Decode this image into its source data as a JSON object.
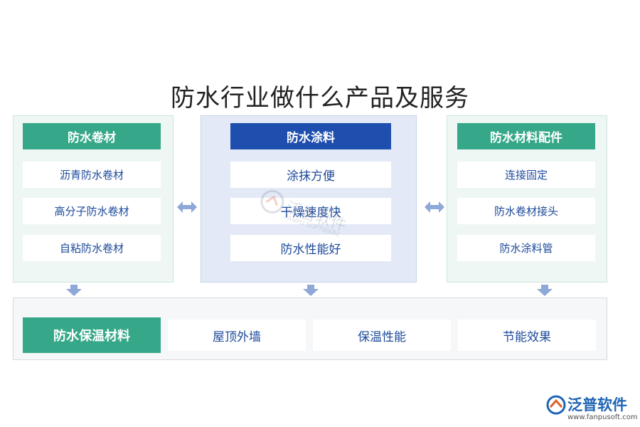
{
  "title": "防水行业做什么产品及服务",
  "left": {
    "header": "防水卷材",
    "items": [
      "沥青防水卷材",
      "高分子防水卷材",
      "自粘防水卷材"
    ]
  },
  "center": {
    "header": "防水涂料",
    "items": [
      "涂抹方便",
      "干燥速度快",
      "防水性能好"
    ]
  },
  "right": {
    "header": "防水材料配件",
    "items": [
      "连接固定",
      "防水卷材接头",
      "防水涂料管"
    ]
  },
  "bottom": {
    "header": "防水保温材料",
    "items": [
      "屋顶外墙",
      "保温性能",
      "节能效果"
    ]
  },
  "watermark": {
    "text": "泛普软件",
    "sub": "FANPU SOFTWARE"
  },
  "brand": {
    "name": "泛普软件",
    "url": "www.fanpusoft.com"
  },
  "colors": {
    "green": "#36a889",
    "blue": "#1f4fae",
    "arrow": "#8ea8d8"
  }
}
